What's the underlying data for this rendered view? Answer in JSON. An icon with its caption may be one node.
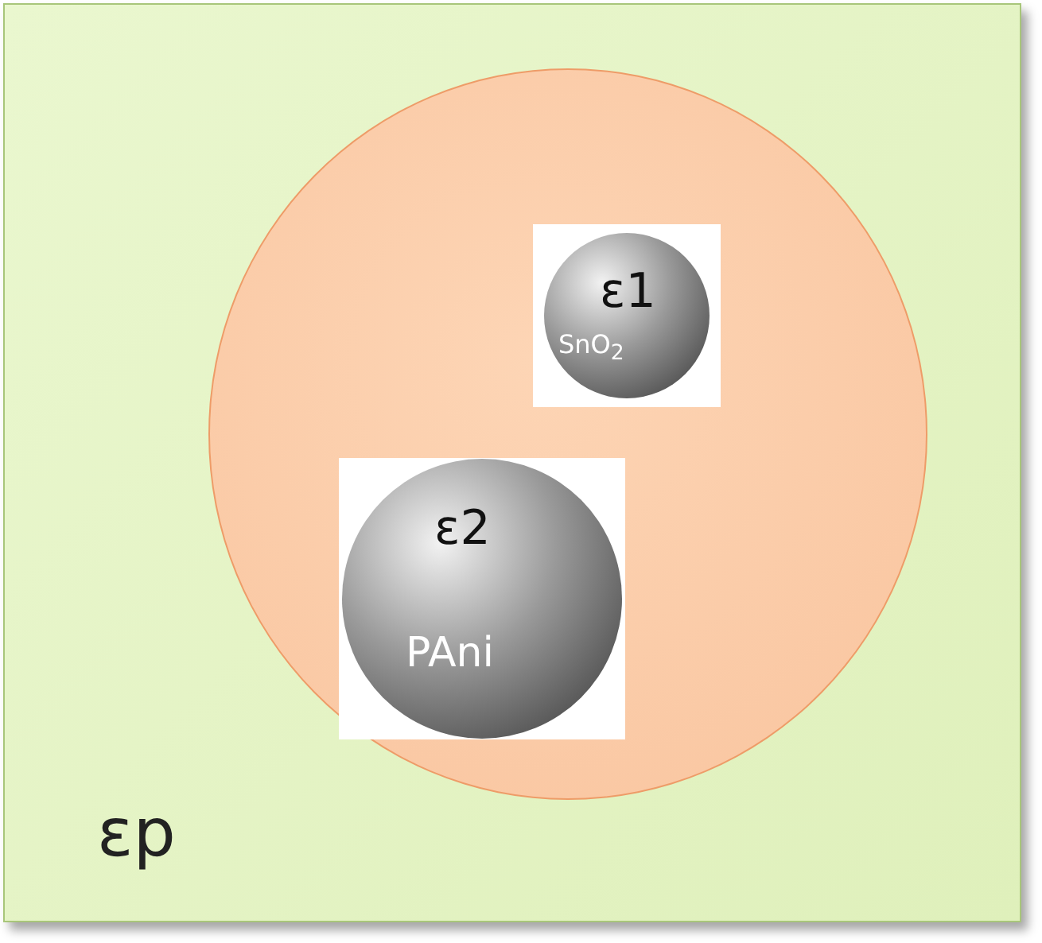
{
  "diagram": {
    "nodes": [
      {
        "text": [
          "εp"
        ]
      },
      {
        "text": [],
        "shape": "circle",
        "in": 0
      },
      {
        "text": [
          "ε1",
          "SnO$_{2}$"
        ],
        "in": 1
      },
      {
        "text": [
          "ε2",
          "PAni"
        ],
        "in": 1
      }
    ]
  }
}
